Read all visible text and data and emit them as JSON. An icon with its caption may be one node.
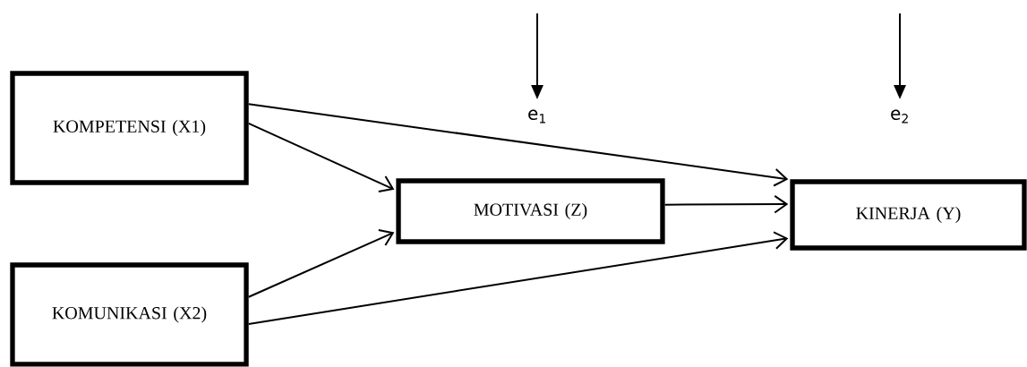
{
  "diagram": {
    "nodes": [
      {
        "text": [
          "KOMPETENSI (X1)"
        ]
      },
      {
        "text": [
          "KOMUNIKASI (X2)"
        ]
      },
      {
        "text": [
          "MOTIVASI (Z)"
        ]
      },
      {
        "text": [
          "KINERJA (Y)"
        ]
      },
      {
        "text": [
          "e$_{1}$"
        ]
      },
      {
        "text": [
          "e$_{2}$"
        ]
      }
    ],
    "edges": [
      {
        "from": 0,
        "to": 3,
        "arrow": "to"
      },
      {
        "from": 0,
        "to": 2,
        "arrow": "to"
      },
      {
        "from": 1,
        "to": 2,
        "arrow": "to"
      },
      {
        "from": 1,
        "to": 3,
        "arrow": "to"
      },
      {
        "from": 2,
        "to": 3,
        "arrow": "to"
      },
      {
        "from": null,
        "to": 4,
        "arrow": "to"
      },
      {
        "from": null,
        "to": 5,
        "arrow": "to"
      }
    ]
  }
}
